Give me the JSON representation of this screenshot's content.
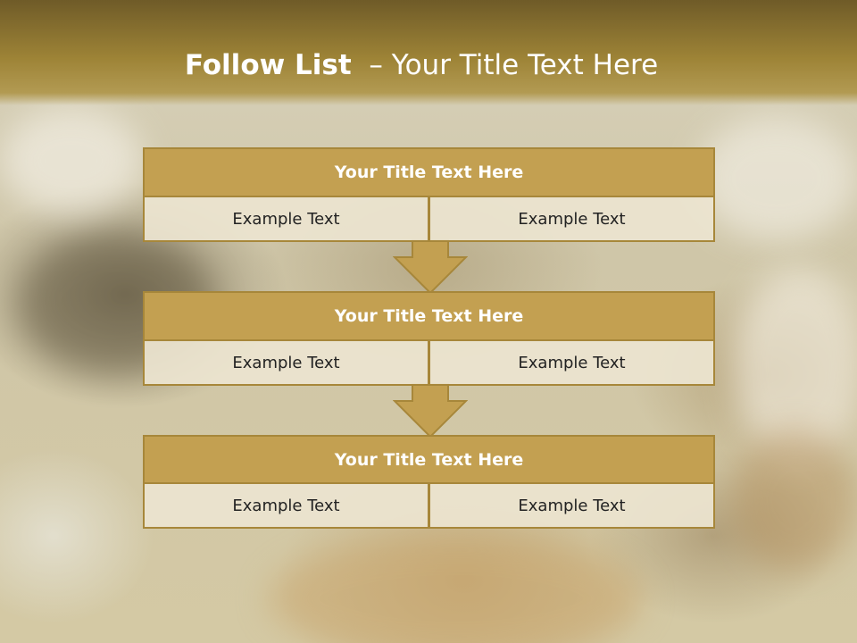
{
  "slide": {
    "title_strong": "Follow List",
    "title_rest": "  – Your Title Text Here"
  },
  "colors": {
    "header": "#9d8336",
    "title_bar": "#c3a051",
    "border": "#a7873a",
    "cell": "#ece4d0"
  },
  "blocks": [
    {
      "title": "Your Title Text Here",
      "left": "Example Text",
      "right": "Example Text"
    },
    {
      "title": "Your Title Text Here",
      "left": "Example Text",
      "right": "Example Text"
    },
    {
      "title": "Your Title Text Here",
      "left": "Example Text",
      "right": "Example Text"
    }
  ]
}
